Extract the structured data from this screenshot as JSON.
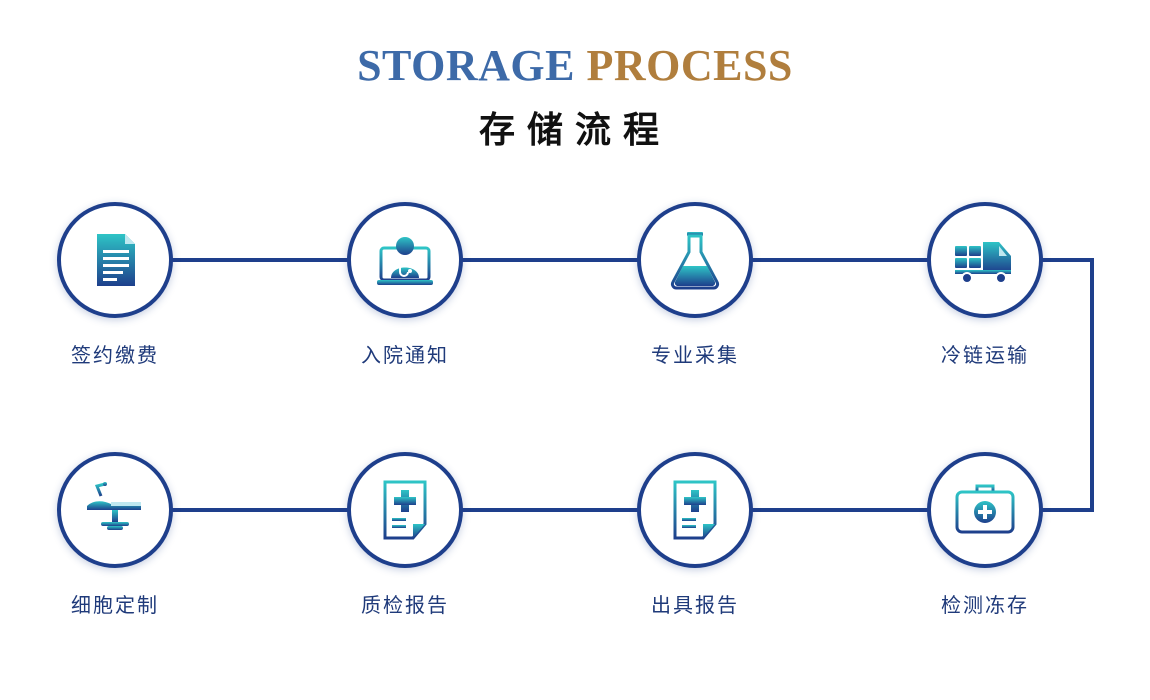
{
  "header": {
    "title_en_part1": "STORAGE",
    "title_en_part2": "PROCESS",
    "title_cn": "存储流程"
  },
  "colors": {
    "line": "#1e3f8c",
    "title_blue": "#3d6aa8",
    "title_gold": "#b07e3d",
    "icon_gradient_start": "#2ec4c6",
    "icon_gradient_end": "#1e3f8c"
  },
  "steps": [
    {
      "label": "签约缴费",
      "icon": "document-icon"
    },
    {
      "label": "入院通知",
      "icon": "doctor-icon"
    },
    {
      "label": "专业采集",
      "icon": "flask-icon"
    },
    {
      "label": "冷链运输",
      "icon": "truck-icon"
    },
    {
      "label": "检测冻存",
      "icon": "medical-kit-icon"
    },
    {
      "label": "出具报告",
      "icon": "medical-report-icon"
    },
    {
      "label": "质检报告",
      "icon": "medical-report-icon"
    },
    {
      "label": "细胞定制",
      "icon": "operating-table-icon"
    }
  ]
}
